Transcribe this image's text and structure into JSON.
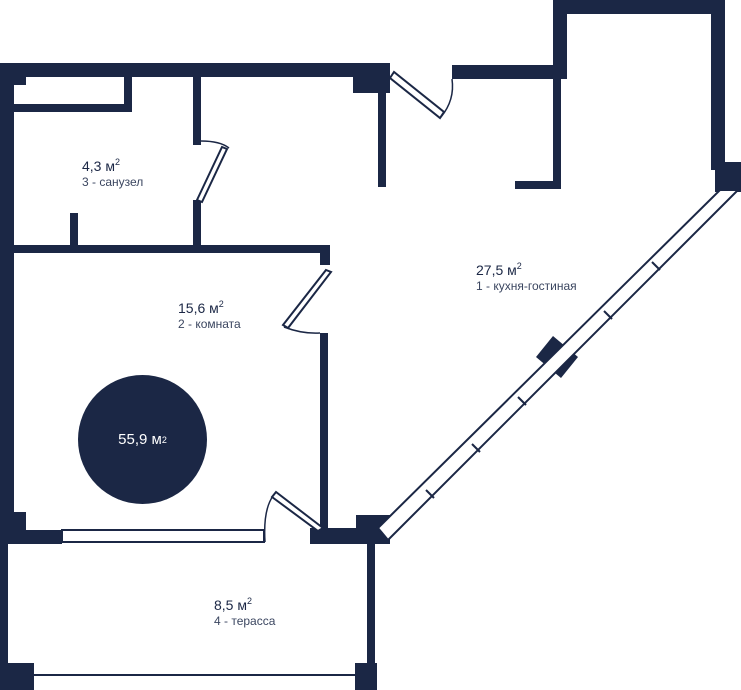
{
  "plan": {
    "wall_color": "#1b2745",
    "background": "#ffffff",
    "total_area": {
      "value": "55,9 м",
      "unit_power": "2"
    },
    "rooms": [
      {
        "id": 1,
        "area": "27,5 м",
        "unit_power": "2",
        "name": "1 - кухня-гостиная"
      },
      {
        "id": 2,
        "area": "15,6 м",
        "unit_power": "2",
        "name": "2 - комната"
      },
      {
        "id": 3,
        "area": "4,3 м",
        "unit_power": "2",
        "name": "3 - санузел"
      },
      {
        "id": 4,
        "area": "8,5 м",
        "unit_power": "2",
        "name": "4 - терасса"
      }
    ]
  }
}
